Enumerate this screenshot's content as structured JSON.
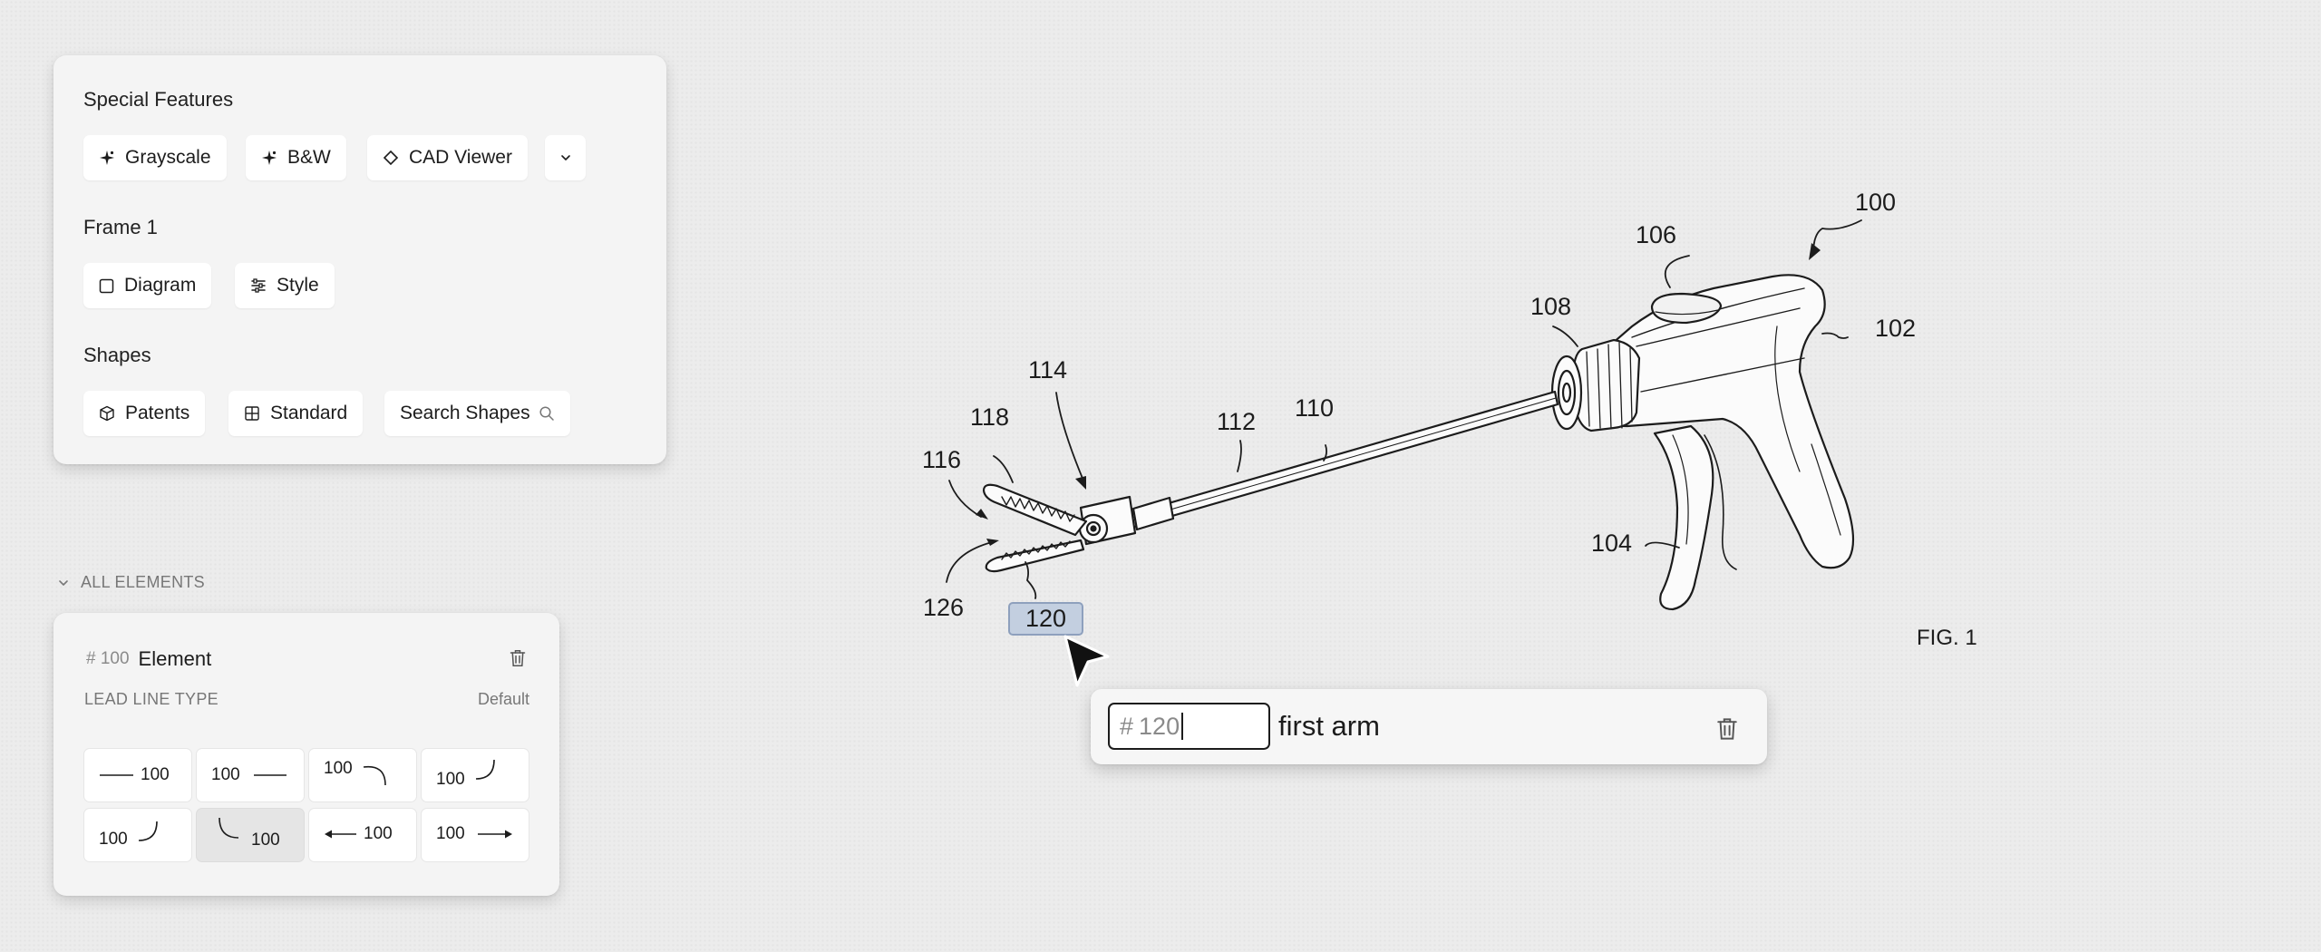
{
  "special_features": {
    "title": "Special Features",
    "buttons": [
      {
        "label": "Grayscale",
        "icon": "sparkle-icon"
      },
      {
        "label": "B&W",
        "icon": "sparkle-icon"
      },
      {
        "label": "CAD Viewer",
        "icon": "diamond-icon"
      }
    ],
    "more_icon": "chevron-down-icon"
  },
  "frame": {
    "title": "Frame 1",
    "buttons": [
      {
        "label": "Diagram",
        "icon": "square-icon"
      },
      {
        "label": "Style",
        "icon": "sliders-icon"
      }
    ]
  },
  "shapes": {
    "title": "Shapes",
    "buttons": [
      {
        "label": "Patents",
        "icon": "cube-icon"
      },
      {
        "label": "Standard",
        "icon": "grid-icon"
      }
    ],
    "search_label": "Search Shapes",
    "search_icon": "search-icon"
  },
  "all_elements": {
    "label": "ALL ELEMENTS",
    "icon": "chevron-down-icon"
  },
  "element_card": {
    "hash_id": "# 100",
    "title": "Element",
    "lead_line_type_label": "LEAD LINE TYPE",
    "lead_line_type_value": "Default",
    "tile_number": "100",
    "tiles": [
      {
        "style": "line-left"
      },
      {
        "style": "line-right"
      },
      {
        "style": "curve-down-right"
      },
      {
        "style": "curve-up-right"
      },
      {
        "style": "curve-up-right-low"
      },
      {
        "style": "curve-down-left",
        "selected": true
      },
      {
        "style": "arrow-left"
      },
      {
        "style": "arrow-right"
      }
    ]
  },
  "drawing": {
    "labels": [
      "100",
      "102",
      "104",
      "106",
      "108",
      "110",
      "112",
      "114",
      "116",
      "118",
      "126"
    ],
    "selected_label": "120",
    "figure_label": "FIG. 1"
  },
  "edit_bar": {
    "hash": "#",
    "id_value": "120",
    "name_value": "first arm",
    "delete_icon": "trash-icon"
  },
  "colors": {
    "selected_tag_fill": "#c3cfe0",
    "selected_tag_border": "#8ea0bd"
  }
}
